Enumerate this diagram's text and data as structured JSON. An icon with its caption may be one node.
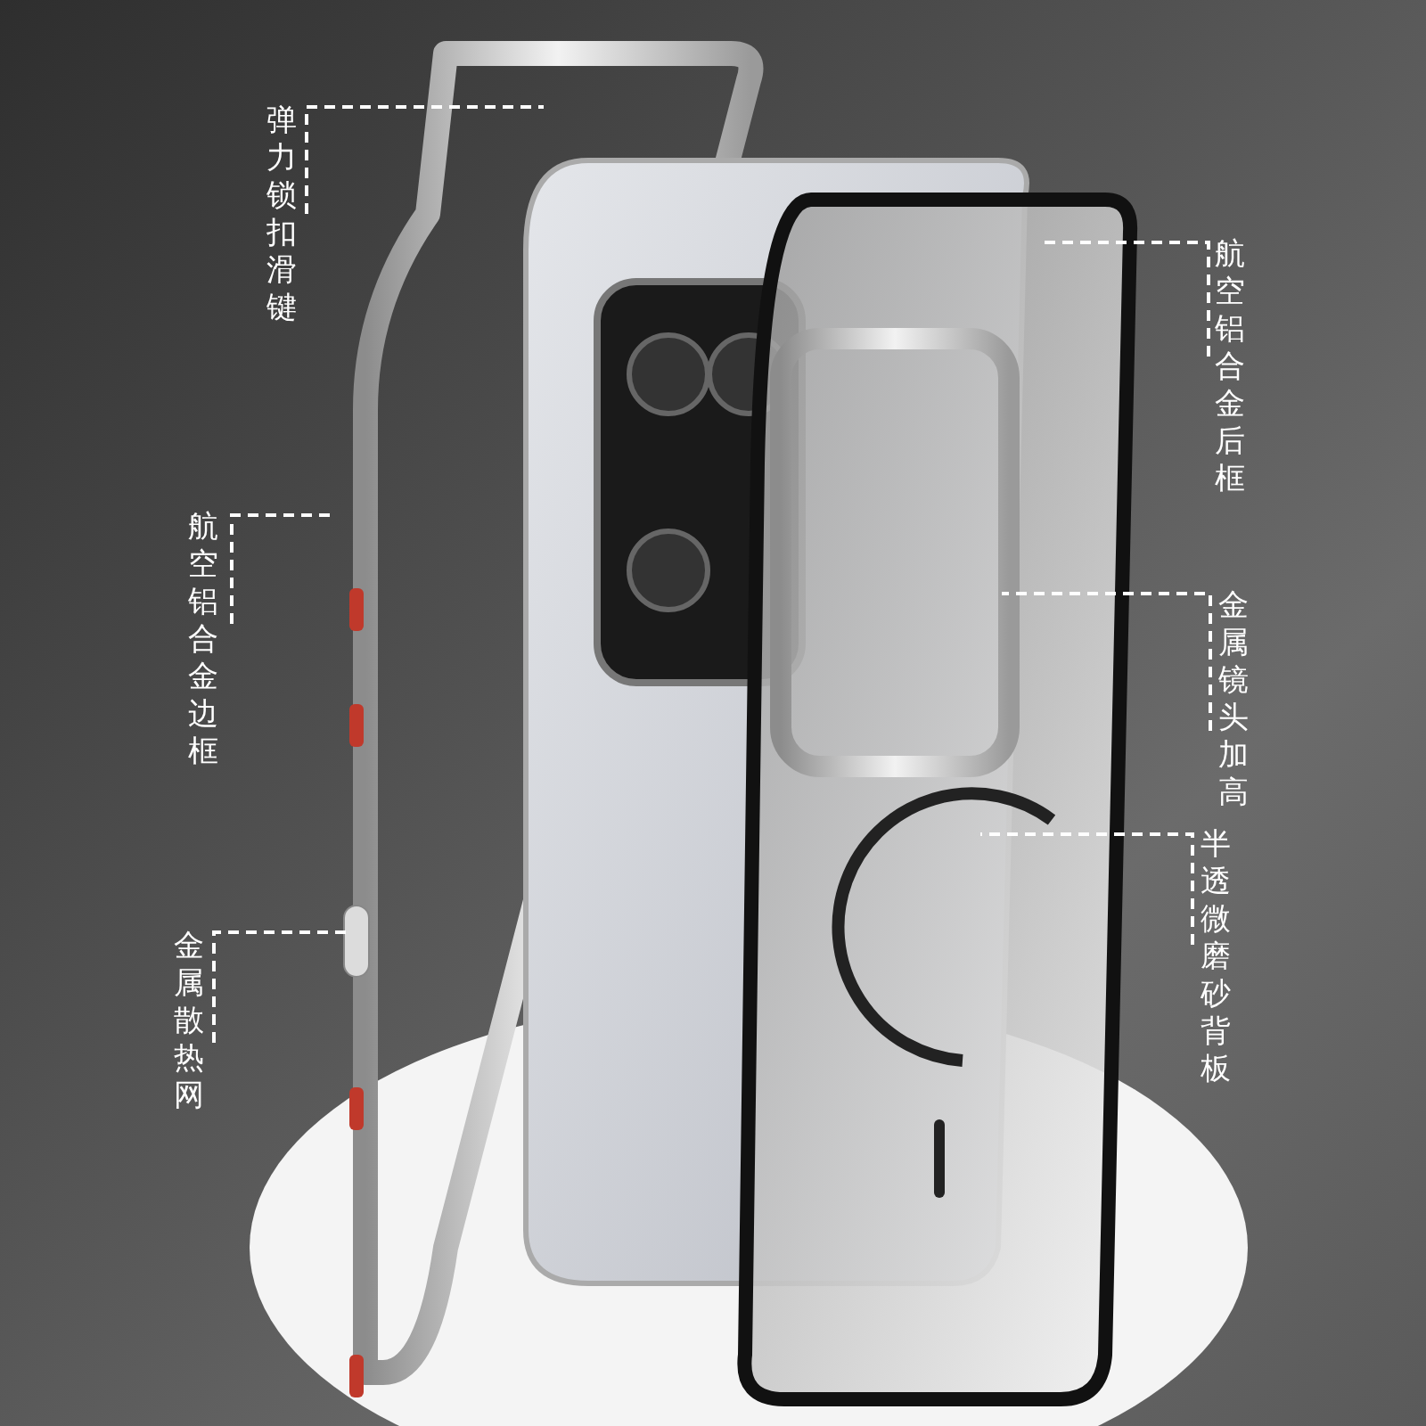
{
  "diagram": {
    "nodes": [
      {
        "text": [
          "弹力锁扣滑键"
        ]
      },
      {
        "text": [
          "航空铝合金后框"
        ]
      },
      {
        "text": [
          "航空铝合金边框"
        ]
      },
      {
        "text": [
          "金属镜头加高"
        ]
      },
      {
        "text": [
          "半透微磨砂背板"
        ]
      },
      {
        "text": [
          "金属散热网"
        ]
      }
    ],
    "edges": [
      {
        "from": 0,
        "to": null,
        "arrow": "none",
        "style": "dashed"
      },
      {
        "from": 1,
        "to": null,
        "arrow": "none",
        "style": "dashed"
      },
      {
        "from": 2,
        "to": null,
        "arrow": "none",
        "style": "dashed"
      },
      {
        "from": 3,
        "to": null,
        "arrow": "none",
        "style": "dashed"
      },
      {
        "from": 4,
        "to": null,
        "arrow": "none",
        "style": "dashed"
      },
      {
        "from": 5,
        "to": null,
        "arrow": "none",
        "style": "dashed"
      }
    ]
  }
}
